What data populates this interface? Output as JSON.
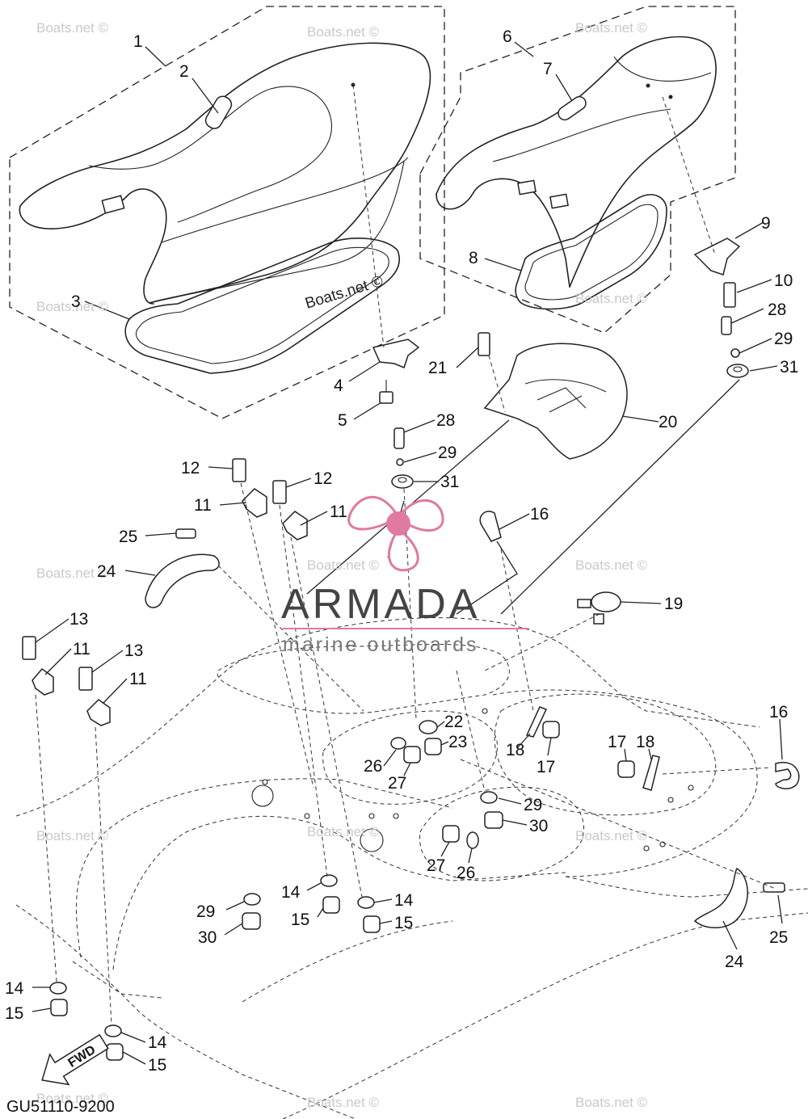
{
  "diagram": {
    "code": "GU51110-9200",
    "fwd_label": "FWD",
    "watermark": "Boats.net ©",
    "brand": {
      "name": "ARMADA",
      "tagline": "marine outboards",
      "accent": "#e07aa0",
      "text_color": "#444444"
    },
    "callouts": [
      {
        "num": "1"
      },
      {
        "num": "2"
      },
      {
        "num": "3"
      },
      {
        "num": "6"
      },
      {
        "num": "7"
      },
      {
        "num": "8"
      },
      {
        "num": "9"
      },
      {
        "num": "10"
      },
      {
        "num": "28"
      },
      {
        "num": "29"
      },
      {
        "num": "31"
      },
      {
        "num": "4"
      },
      {
        "num": "5"
      },
      {
        "num": "28"
      },
      {
        "num": "29"
      },
      {
        "num": "31"
      },
      {
        "num": "21"
      },
      {
        "num": "20"
      },
      {
        "num": "12"
      },
      {
        "num": "12"
      },
      {
        "num": "11"
      },
      {
        "num": "11"
      },
      {
        "num": "25"
      },
      {
        "num": "24"
      },
      {
        "num": "16"
      },
      {
        "num": "19"
      },
      {
        "num": "13"
      },
      {
        "num": "11"
      },
      {
        "num": "13"
      },
      {
        "num": "11"
      },
      {
        "num": "22"
      },
      {
        "num": "23"
      },
      {
        "num": "26"
      },
      {
        "num": "27"
      },
      {
        "num": "18"
      },
      {
        "num": "17"
      },
      {
        "num": "17"
      },
      {
        "num": "18"
      },
      {
        "num": "16"
      },
      {
        "num": "29"
      },
      {
        "num": "30"
      },
      {
        "num": "27"
      },
      {
        "num": "26"
      },
      {
        "num": "14"
      },
      {
        "num": "14"
      },
      {
        "num": "29"
      },
      {
        "num": "15"
      },
      {
        "num": "15"
      },
      {
        "num": "30"
      },
      {
        "num": "24"
      },
      {
        "num": "25"
      },
      {
        "num": "14"
      },
      {
        "num": "15"
      },
      {
        "num": "14"
      },
      {
        "num": "15"
      }
    ]
  }
}
